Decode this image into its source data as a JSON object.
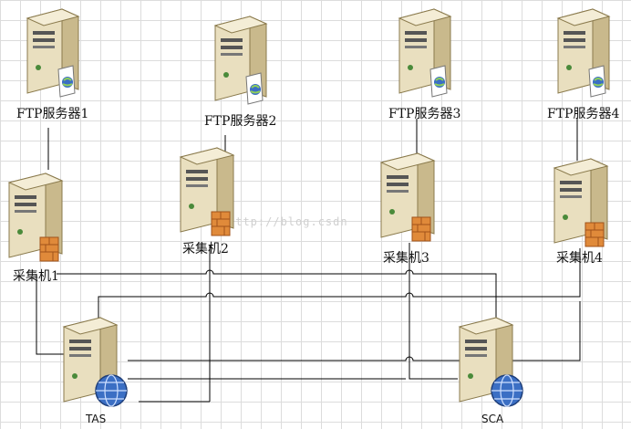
{
  "ftp_servers": [
    {
      "label": "FTP服务器1",
      "icon": "ftp-server-icon"
    },
    {
      "label": "FTP服务器2",
      "icon": "ftp-server-icon"
    },
    {
      "label": "FTP服务器3",
      "icon": "ftp-server-icon"
    },
    {
      "label": "FTP服务器4",
      "icon": "ftp-server-icon"
    }
  ],
  "collectors": [
    {
      "label": "采集机1",
      "icon": "firewall-server-icon"
    },
    {
      "label": "采集机2",
      "icon": "firewall-server-icon"
    },
    {
      "label": "采集机3",
      "icon": "firewall-server-icon"
    },
    {
      "label": "采集机4",
      "icon": "firewall-server-icon"
    }
  ],
  "core_servers": [
    {
      "label": "TAS",
      "icon": "network-server-icon"
    },
    {
      "label": "SCA",
      "icon": "network-server-icon"
    }
  ],
  "watermark": "http://blog.csdn",
  "colors": {
    "server_body": "#e9dfbf",
    "server_side": "#c9b98c",
    "firewall": "#e08a3a",
    "globe": "#3b6fc4",
    "line": "#000000",
    "grid": "#dcdcdc"
  }
}
